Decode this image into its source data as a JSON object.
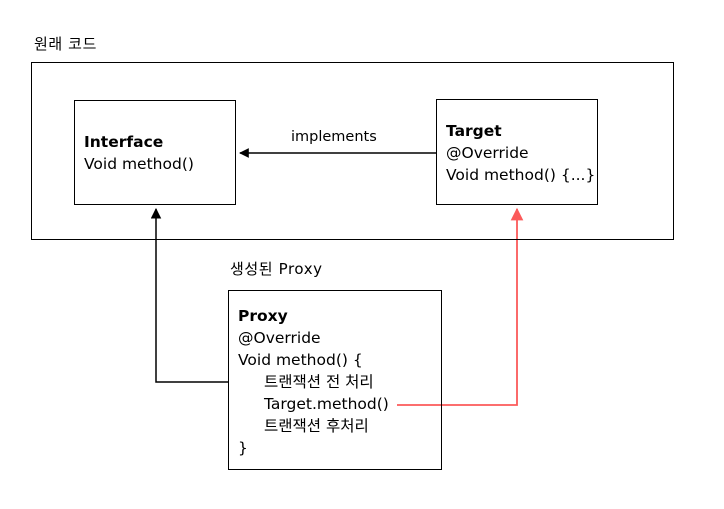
{
  "diagram": {
    "title_original": "원래 코드",
    "title_proxy": "생성된 Proxy",
    "edge_implements": "implements",
    "colors": {
      "stroke": "#000000",
      "red_arrow": "#fb5a5a",
      "background": "#ffffff"
    },
    "nodes": {
      "interface": {
        "name": "Interface",
        "line1": "Void method()"
      },
      "target": {
        "name": "Target",
        "line1": "@Override",
        "line2": "Void method() {...}"
      },
      "proxy": {
        "name": "Proxy",
        "line1": "@Override",
        "line2": "Void method() {",
        "line3": "트랜잭션 전 처리",
        "line4": "Target.method()",
        "line5": "트랜잭션 후처리",
        "line6": "}"
      }
    }
  }
}
